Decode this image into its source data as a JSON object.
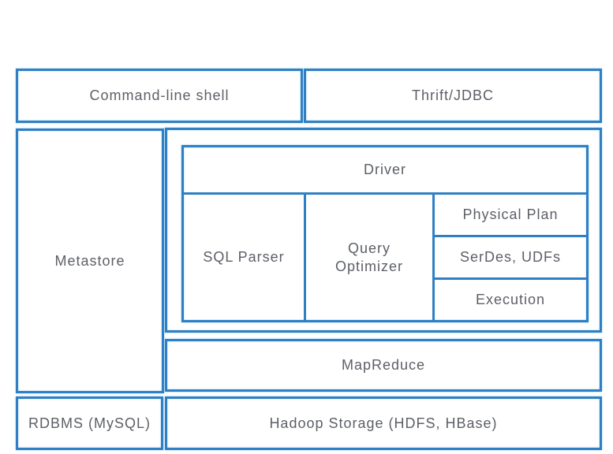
{
  "colors": {
    "border": "#2e7fc3",
    "text": "#5c5f66",
    "background": "#ffffff"
  },
  "diagram": {
    "top_row": {
      "command_line_shell": "Command-line shell",
      "thrift_jdbc": "Thrift/JDBC"
    },
    "left_column": {
      "metastore": "Metastore",
      "rdbms": "RDBMS (MySQL)"
    },
    "driver_group": {
      "driver": "Driver",
      "sql_parser": "SQL Parser",
      "query_optimizer": "Query Optimizer",
      "physical_plan": "Physical Plan",
      "serdes_udfs": "SerDes, UDFs",
      "execution": "Execution"
    },
    "bottom_rows": {
      "mapreduce": "MapReduce",
      "hadoop_storage": "Hadoop Storage (HDFS, HBase)"
    }
  }
}
